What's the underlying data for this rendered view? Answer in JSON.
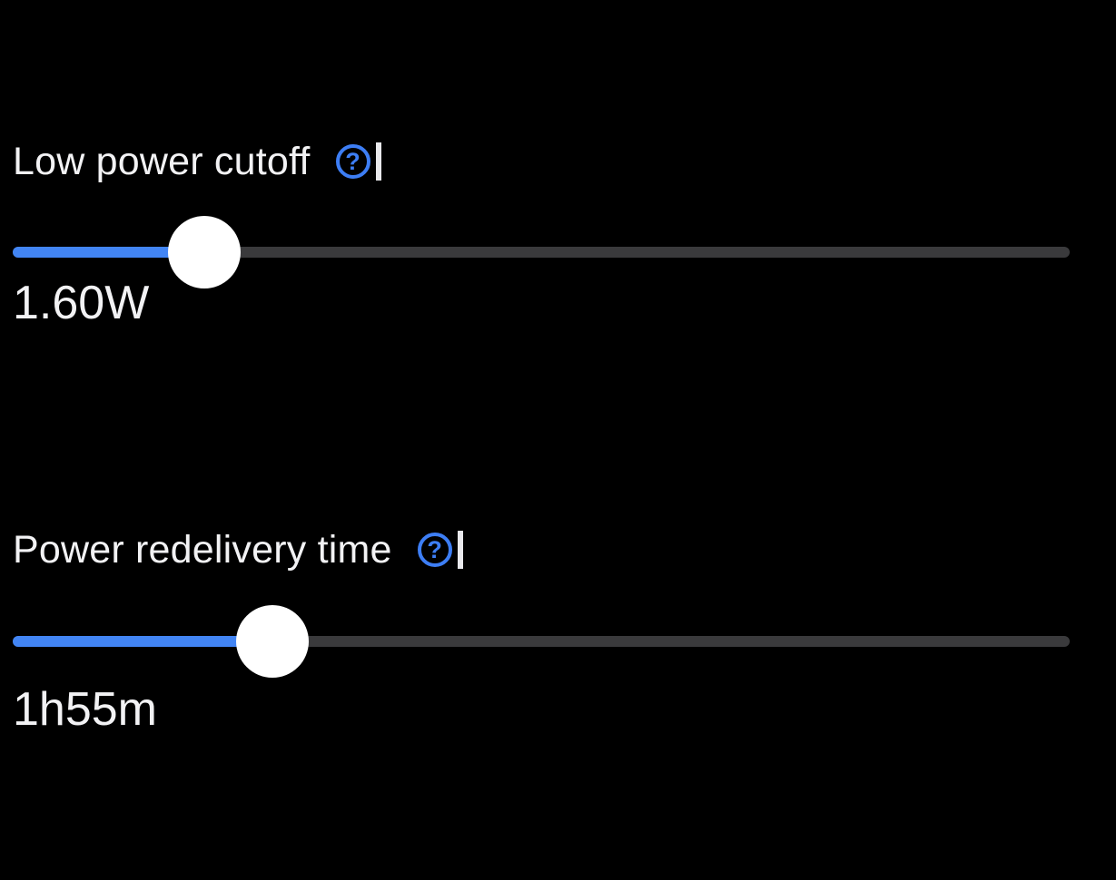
{
  "theme": {
    "background": "#000000",
    "accent_blue": "#4285f4",
    "track_gray": "#3a3a3c",
    "thumb_white": "#ffffff",
    "text_white": "#f2f2f4"
  },
  "sliders": [
    {
      "label": "Low power cutoff",
      "help_glyph": "?",
      "value": "1.60W",
      "percent": 18.1
    },
    {
      "label": "Power redelivery time",
      "help_glyph": "?",
      "value": "1h55m",
      "percent": 24.6
    }
  ]
}
